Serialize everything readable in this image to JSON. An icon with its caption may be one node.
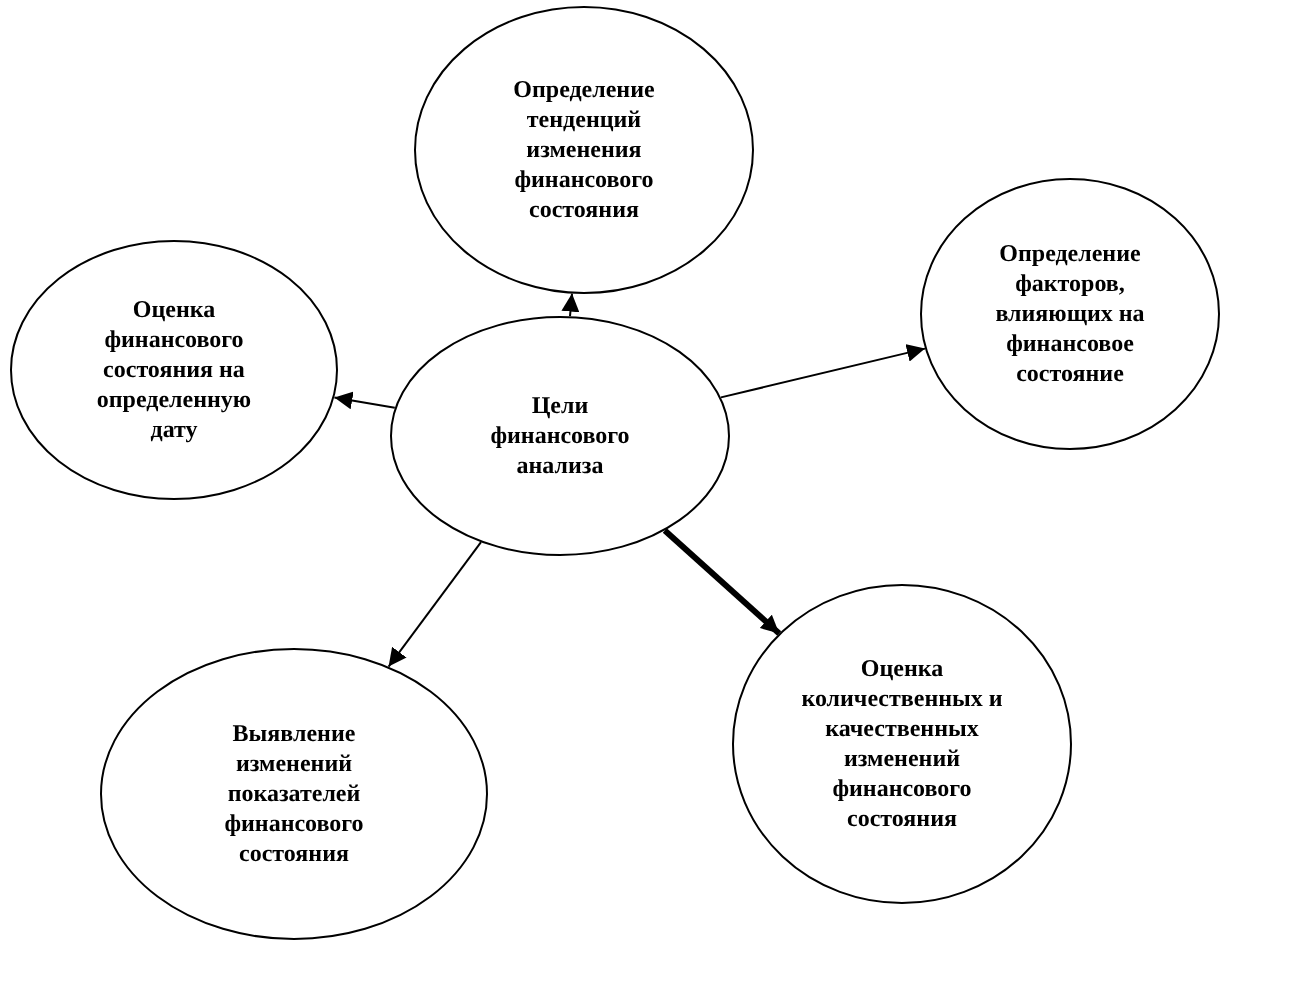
{
  "diagram": {
    "nodes": [
      {
        "text": [
          "Определение тенденций изменения финансового состояния"
        ]
      },
      {
        "text": [
          "Оценка финансового состояния на определенную дату"
        ]
      },
      {
        "text": [
          "Определение факторов, влияющих на финансовое состояние"
        ]
      },
      {
        "text": [
          "Цели финансового анализа"
        ]
      },
      {
        "text": [
          "Выявление изменений показателей финансового состояния"
        ]
      },
      {
        "text": [
          "Оценка количественных и качественных изменений финансового состояния"
        ]
      }
    ],
    "edges": [
      {
        "from": 3,
        "to": 0,
        "arrow": "to"
      },
      {
        "from": 3,
        "to": 1,
        "arrow": "to"
      },
      {
        "from": 3,
        "to": 2,
        "arrow": "to"
      },
      {
        "from": 3,
        "to": 4,
        "arrow": "to"
      },
      {
        "from": 3,
        "to": 5,
        "arrow": "to",
        "style": "thick"
      }
    ]
  }
}
